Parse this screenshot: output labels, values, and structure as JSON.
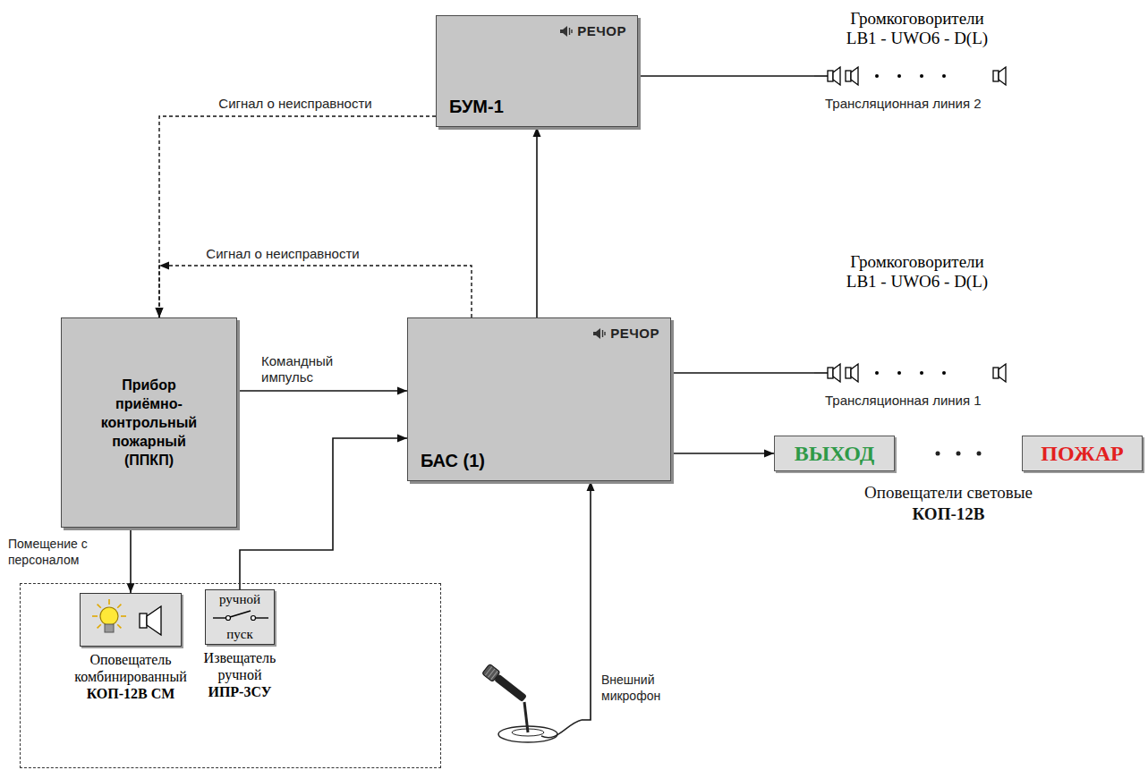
{
  "diagram": {
    "nodes": [
      {
        "text": [
          "РЕЧОР",
          "БУМ-1"
        ]
      },
      {
        "text": [
          "Громкоговорители LB1 - UWO6 - D(L)"
        ]
      },
      {
        "text": [
          "Прибор приёмно-контрольный пожарный (ППКП)"
        ]
      },
      {
        "text": [
          "РЕЧОР",
          "БАС (1)"
        ]
      },
      {
        "text": [
          "Громкоговорители LB1 - UWO6 - D(L)"
        ]
      },
      {
        "text": [
          "ВЫХОД"
        ]
      },
      {
        "text": [
          "ПОЖАР"
        ]
      },
      {
        "text": [
          "Помещение с персоналом"
        ]
      },
      {
        "text": [
          "Оповещатель комбинированный",
          "КОП-12В СМ"
        ],
        "in": 7
      },
      {
        "text": [
          "ручной",
          "пуск",
          "Извещатель ручной",
          "ИПР-3СУ"
        ],
        "in": 7
      },
      {
        "text": [
          "Внешний микрофон"
        ]
      }
    ],
    "edges": [
      {
        "from": 0,
        "to": 1,
        "arrow": "none",
        "label": "Трансляционная линия 2"
      },
      {
        "from": 0,
        "to": 2,
        "arrow": "to",
        "label": "Сигнал о неисправности"
      },
      {
        "from": 3,
        "to": 2,
        "arrow": "to",
        "label": "Сигнал о неисправности"
      },
      {
        "from": 3,
        "to": 0,
        "arrow": "to"
      },
      {
        "from": 2,
        "to": 3,
        "arrow": "to",
        "label": "Командный импульс"
      },
      {
        "from": 3,
        "to": 4,
        "arrow": "none",
        "label": "Трансляционная линия 1"
      },
      {
        "from": 3,
        "to": 5,
        "arrow": "to"
      },
      {
        "from": 2,
        "to": 8,
        "arrow": "to"
      },
      {
        "from": 9,
        "to": 3,
        "arrow": "to"
      },
      {
        "from": 10,
        "to": 3,
        "arrow": "to"
      }
    ],
    "labels": [
      "Оповещатели световые",
      "КОП-12В"
    ]
  }
}
